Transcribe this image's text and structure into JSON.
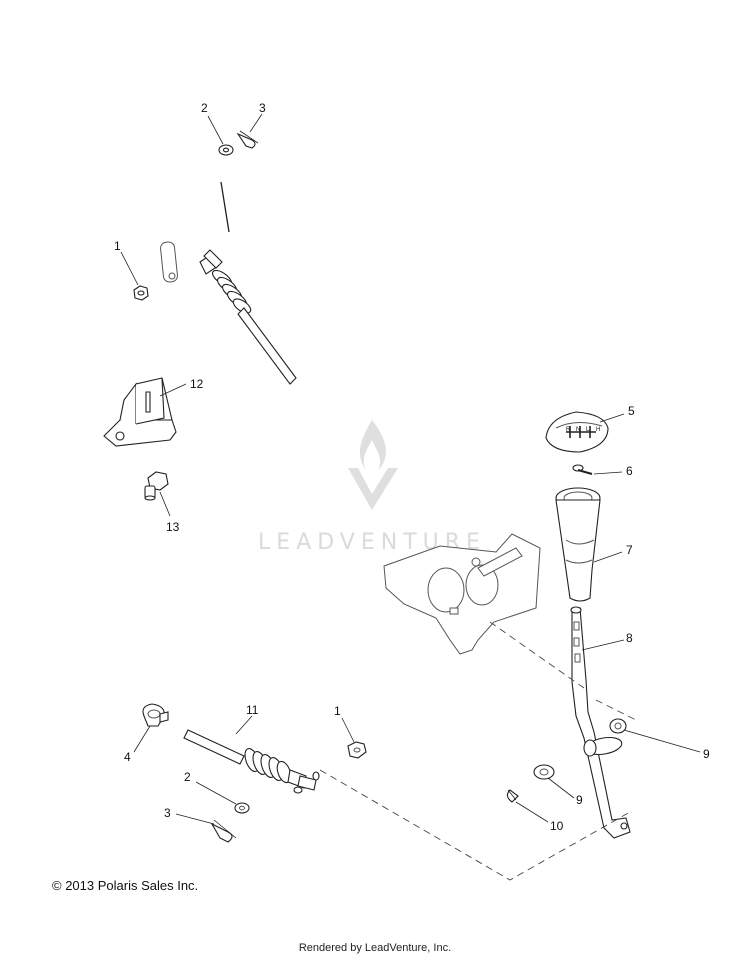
{
  "watermark": {
    "brand": "LEADVENTURE"
  },
  "callouts": {
    "c1_top": "1",
    "c2_top": "2",
    "c3_top": "3",
    "c12": "12",
    "c13": "13",
    "c5": "5",
    "c6": "6",
    "c7": "7",
    "c8": "8",
    "c9_right": "9",
    "c9_lower": "9",
    "c10": "10",
    "c11": "11",
    "c1_bottom": "1",
    "c4": "4",
    "c2_bottom": "2",
    "c3_bottom": "3"
  },
  "shift_pattern": [
    "R",
    "N",
    "L",
    "H"
  ],
  "footer": {
    "copyright": "© 2013 Polaris Sales Inc.",
    "rendered_by": "Rendered by LeadVenture, Inc."
  }
}
